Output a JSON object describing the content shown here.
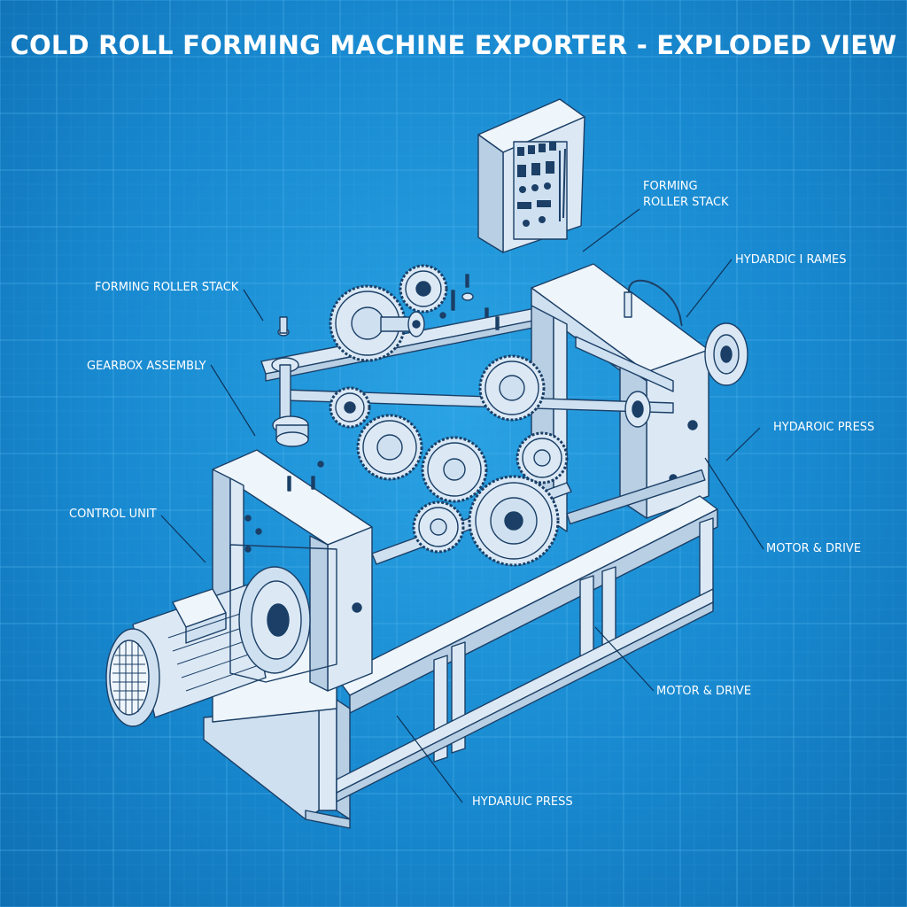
{
  "title": "COLD ROLL FORMING MACHINE EXPORTER - EXPLODED VIEW",
  "labels": {
    "forming_roller_stack_right": [
      "FORMING",
      "ROLLER STACK"
    ],
    "hydraulic_frames": "HYDARDIC I RAMES",
    "forming_roller_stack_left": "FORMING ROLLER STACK",
    "gearbox_assembly": "GEARBOX ASSEMBLY",
    "hydraulic_press_right": "HYDAROIC PRESS",
    "control_unit": "CONTROL UNIT",
    "motor_drive_right": "MOTOR & DRIVE",
    "motor_drive_bottom": "MOTOR & DRIVE",
    "hydraulic_press_bottom": "HYDARUIC PRESS"
  },
  "colors": {
    "background": "#1a86cc",
    "grid": "#4fb3ec",
    "part_fill": "#dce9f5",
    "part_shade": "#b9cfe4",
    "outline": "#1b3f66",
    "leader": "#0e3358"
  }
}
